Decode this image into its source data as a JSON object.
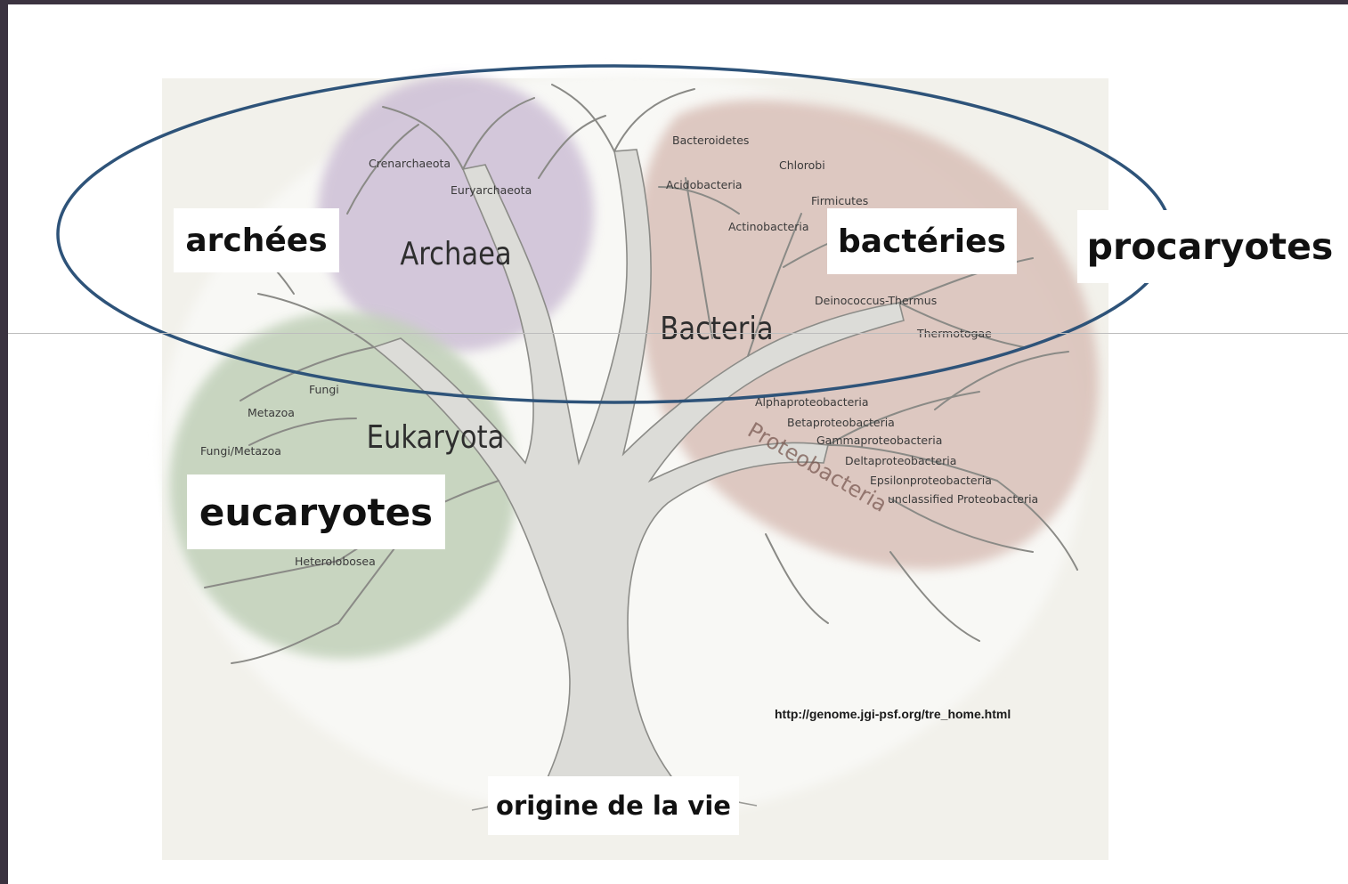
{
  "labels": {
    "archees": "archées",
    "bacteries": "bactéries",
    "procaryotes": "procaryotes",
    "eucaryotes": "eucaryotes",
    "origine": "origine de la vie"
  },
  "clades": {
    "archaea": "Archaea",
    "bacteria": "Bacteria",
    "eukaryota": "Eukaryota",
    "proteobacteria": "Proteobacteria"
  },
  "taxa": {
    "crenarchaeota": "Crenarchaeota",
    "euryarchaeota": "Euryarchaeota",
    "bacteroidetes": "Bacteroidetes",
    "chlorobi": "Chlorobi",
    "acidobacteria": "Acidobacteria",
    "firmicutes": "Firmicutes",
    "actinobacteria": "Actinobacteria",
    "deinococcus": "Deinococcus-Thermus",
    "thermotogae": "Thermotogae",
    "fungi": "Fungi",
    "metazoa": "Metazoa",
    "fungi_metazoa": "Fungi/Metazoa",
    "heterolobosea": "Heterolobosea",
    "alpha": "Alphaproteobacteria",
    "beta": "Betaproteobacteria",
    "gamma": "Gammaproteobacteria",
    "delta": "Deltaproteobacteria",
    "epsilon": "Epsilonproteobacteria",
    "unclassified": "unclassified Proteobacteria"
  },
  "source_url": "http://genome.jgi-psf.org/tre_home.html",
  "colors": {
    "archaea_region": "#c9b9d3",
    "bacteria_region": "#d7bcb4",
    "eukaryota_region": "#bccdb4",
    "ellipse": "#2e5379",
    "frame": "#3b3340",
    "background": "#f1f0ea"
  }
}
